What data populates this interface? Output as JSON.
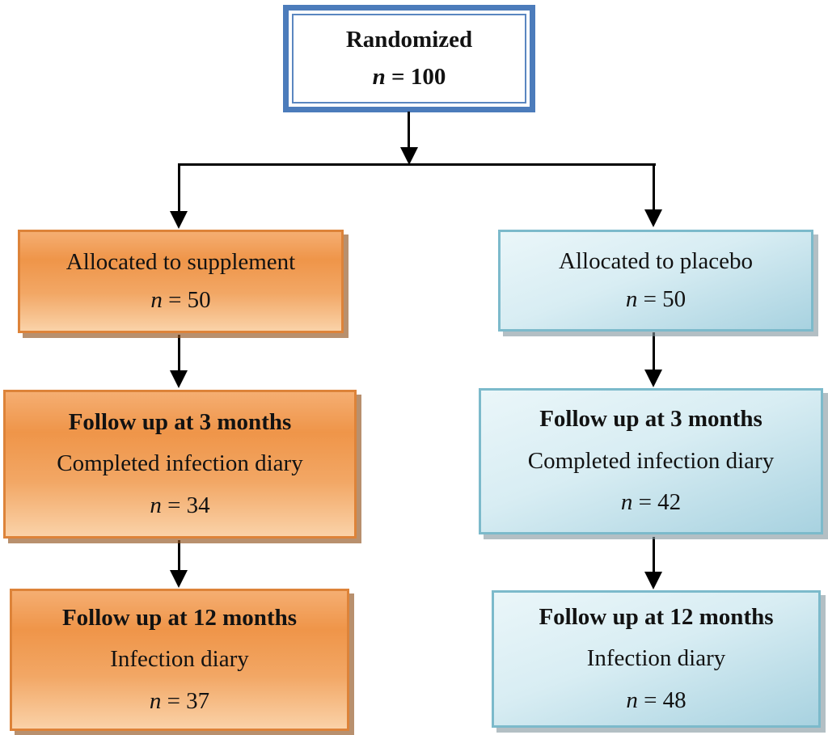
{
  "flow": {
    "root": {
      "line1": "Randomized",
      "n_var": "n",
      "n_rest": " = 100"
    },
    "left": {
      "box1": {
        "line1": "Allocated to supplement",
        "n_var": "n",
        "n_rest": " = 50"
      },
      "box2": {
        "line1": "Follow up at 3 months",
        "line2": "Completed infection diary",
        "n_var": "n",
        "n_rest": " = 34"
      },
      "box3": {
        "line1": "Follow up at 12 months",
        "line2": "Infection diary",
        "n_var": "n",
        "n_rest": " = 37"
      }
    },
    "right": {
      "box1": {
        "line1": "Allocated to placebo",
        "n_var": "n",
        "n_rest": " = 50"
      },
      "box2": {
        "line1": "Follow up at 3 months",
        "line2": "Completed infection diary",
        "n_var": "n",
        "n_rest": " = 42"
      },
      "box3": {
        "line1": "Follow up at 12 months",
        "line2": "Infection diary",
        "n_var": "n",
        "n_rest": " = 48"
      }
    },
    "colors": {
      "root_border_blue": "#4C7CBB",
      "arm_orange_border": "#DD8339",
      "arm_orange_fill_top": "#F5AE72",
      "arm_orange_fill_mid": "#EF9549",
      "arm_orange_fill_bottom": "#FAD2A8",
      "arm_blue_border": "#7CBACB",
      "arm_blue_fill_top": "#EAF6F9",
      "arm_blue_fill_bottom": "#A8D2E0",
      "arrow": "#000000"
    }
  }
}
